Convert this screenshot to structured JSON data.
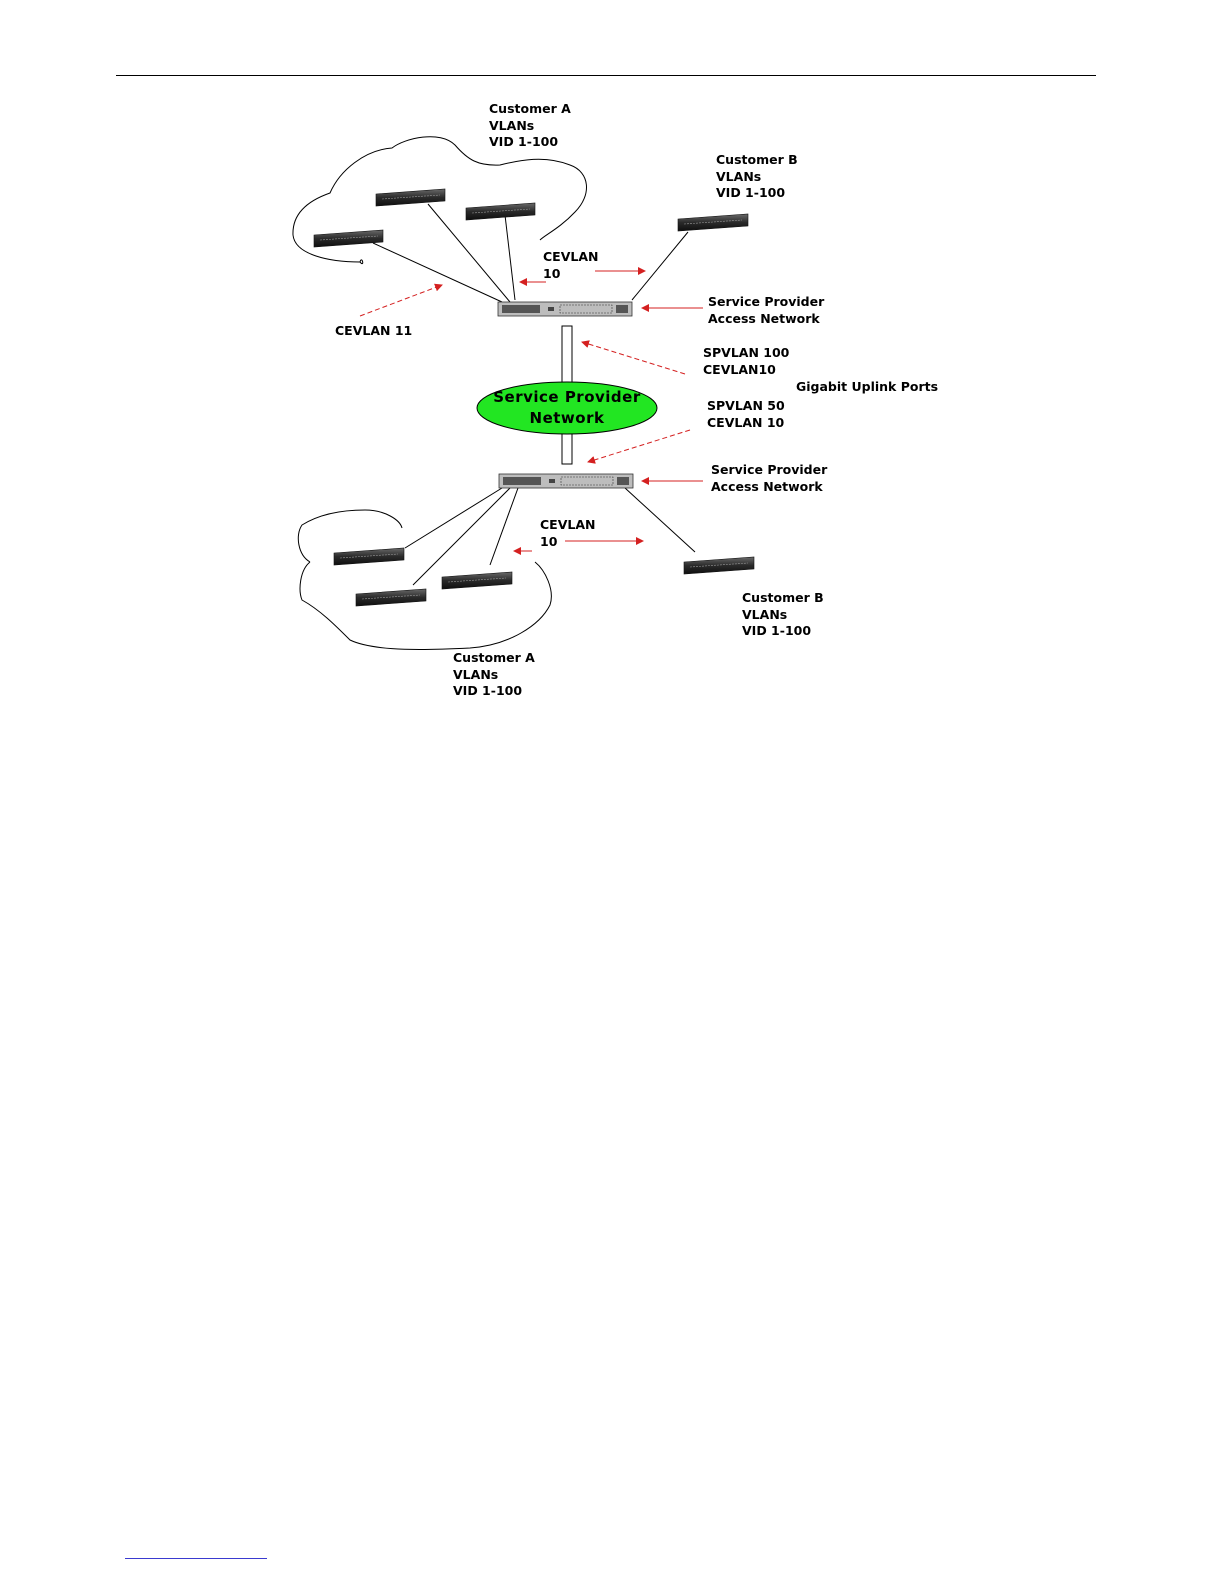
{
  "labels": {
    "customer_a_top": [
      "Customer A",
      "VLANs",
      "VID 1-100"
    ],
    "customer_b_top": [
      "Customer B",
      "VLANs",
      "VID 1-100"
    ],
    "cevlan_10_top": [
      "CEVLAN",
      "10"
    ],
    "cevlan_11": "CEVLAN 11",
    "sp_access_top": [
      "Service Provider",
      "Access Network"
    ],
    "spvlan_100": [
      "SPVLAN 100",
      "CEVLAN10"
    ],
    "gigabit_uplink": "Gigabit Uplink Ports",
    "spvlan_50": [
      "SPVLAN 50",
      "CEVLAN 10"
    ],
    "sp_network": [
      "Service Provider",
      "Network"
    ],
    "sp_access_bottom": [
      "Service Provider",
      "Access Network"
    ],
    "cevlan_10_bottom": [
      "CEVLAN",
      "10"
    ],
    "customer_b_bottom": [
      "Customer B",
      "VLANs",
      "VID 1-100"
    ],
    "customer_a_bottom": [
      "Customer A",
      "VLANs",
      "VID 1-100"
    ]
  },
  "colors": {
    "arrow": "#d42020",
    "cloud_fill": "#22e622",
    "line": "#000000"
  }
}
